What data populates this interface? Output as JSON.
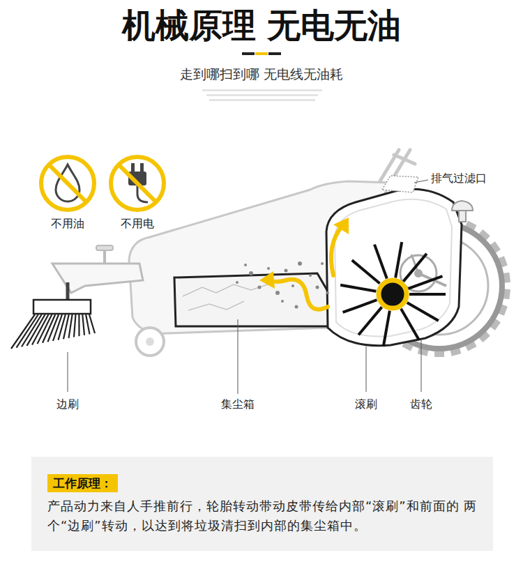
{
  "diagram": {
    "title": "机械原理 无电无油",
    "nodes": [
      {
        "text": [
          "产品动力来自人手推前行，轮胎转动带动皮带传给内部“滚刷”和前面的 两个“边刷”转动，以达到将垃圾清扫到内部的集尘箱中。"
        ]
      },
      {
        "text": [
          "工作原理："
        ],
        "in": 0
      }
    ],
    "edges": [],
    "labels": [
      "走到哪扫到哪 无电线无油耗",
      "不用油",
      "不用电",
      "排气过滤口",
      "边刷",
      "集尘箱",
      "滚刷",
      "齿轮"
    ]
  }
}
